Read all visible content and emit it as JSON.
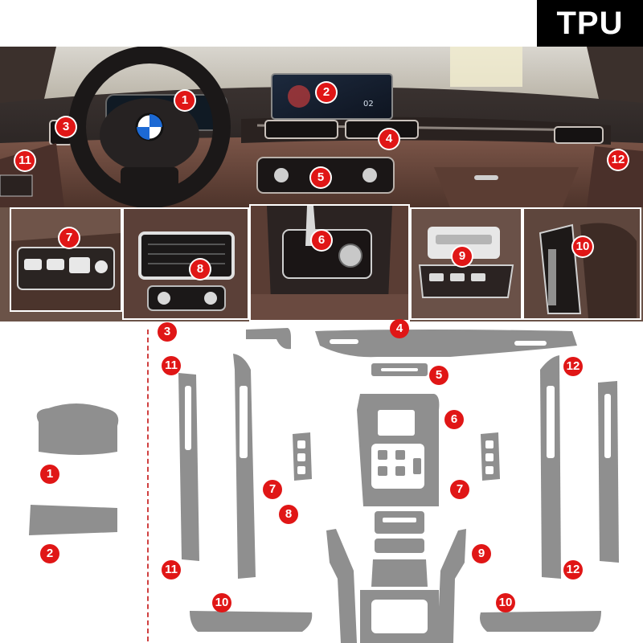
{
  "badge": {
    "label": "TPU"
  },
  "colors": {
    "marker": "#e01616",
    "piece": "#8f8f8f",
    "badge_bg": "#000000",
    "divider": "#d04040"
  },
  "markers": {
    "m1": "1",
    "m2": "2",
    "m3": "3",
    "m4": "4",
    "m5": "5",
    "m6": "6",
    "m7": "7",
    "m8": "8",
    "m9": "9",
    "m10": "10",
    "m11": "11",
    "m12": "12"
  },
  "photo": {
    "brand_logo": "bmw-roundel",
    "screen_text": "02"
  }
}
